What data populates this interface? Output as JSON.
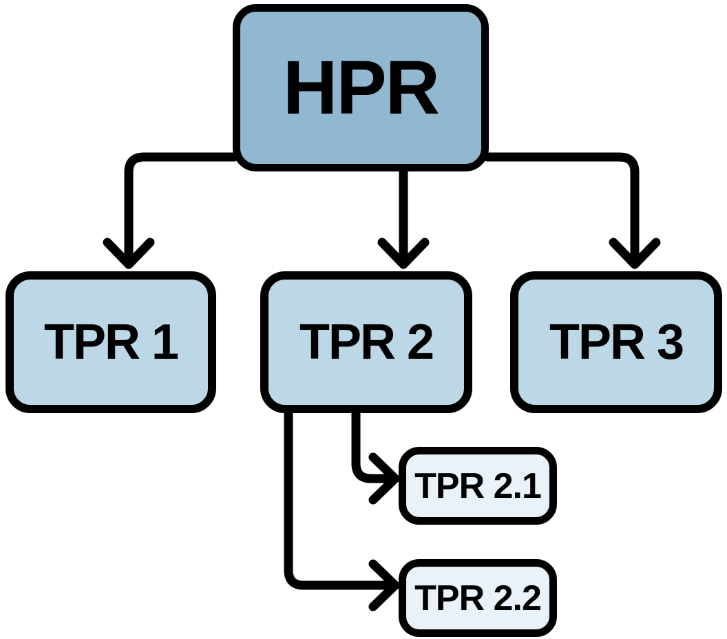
{
  "diagram": {
    "type": "org-chart",
    "background": "#ffffff",
    "nodes": {
      "hpr": {
        "label": "HPR",
        "level": 1,
        "fill": "#92b7d0"
      },
      "tpr1": {
        "label": "TPR 1",
        "level": 2,
        "fill": "#bcd7e6"
      },
      "tpr2": {
        "label": "TPR 2",
        "level": 2,
        "fill": "#bcd7e6"
      },
      "tpr3": {
        "label": "TPR 3",
        "level": 2,
        "fill": "#bcd7e6"
      },
      "tpr21": {
        "label": "TPR 2.1",
        "level": 3,
        "fill": "#e9f2f8"
      },
      "tpr22": {
        "label": "TPR 2.2",
        "level": 3,
        "fill": "#e9f2f8"
      }
    },
    "edges": [
      {
        "from": "hpr",
        "to": "tpr1"
      },
      {
        "from": "hpr",
        "to": "tpr2"
      },
      {
        "from": "hpr",
        "to": "tpr3"
      },
      {
        "from": "tpr2",
        "to": "tpr21"
      },
      {
        "from": "tpr2",
        "to": "tpr22"
      }
    ],
    "colors": {
      "line": "#000000",
      "border": "#000000",
      "text": "#000000",
      "background": "#ffffff"
    }
  }
}
